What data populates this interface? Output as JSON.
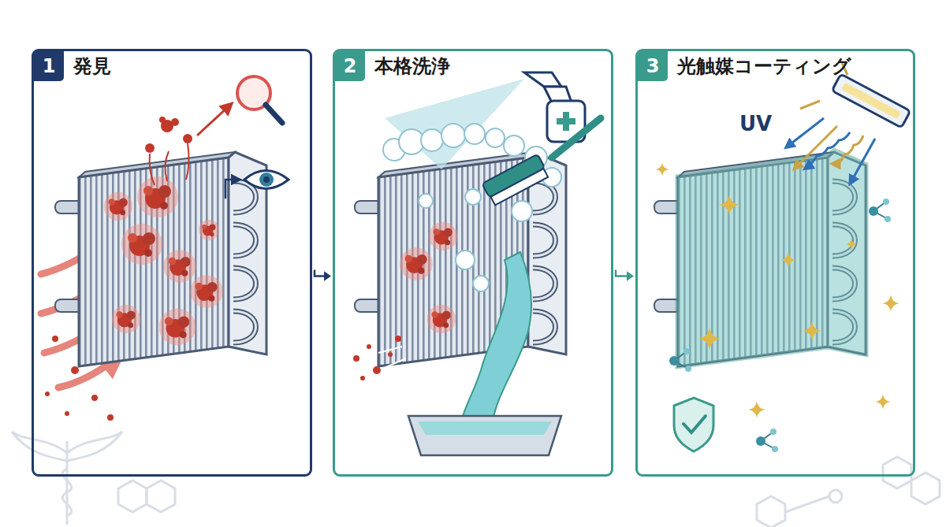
{
  "diagram": {
    "nodes": [
      {
        "text": [
          "1",
          "発見"
        ]
      },
      {
        "text": [
          "2",
          "本格洗浄"
        ]
      },
      {
        "text": [
          "3",
          "光触媒コーティング"
        ]
      }
    ],
    "edges": [
      {
        "from": 0,
        "to": 1,
        "arrow": "to"
      },
      {
        "from": 1,
        "to": 2,
        "arrow": "to"
      }
    ],
    "labels": [
      "UV"
    ]
  }
}
